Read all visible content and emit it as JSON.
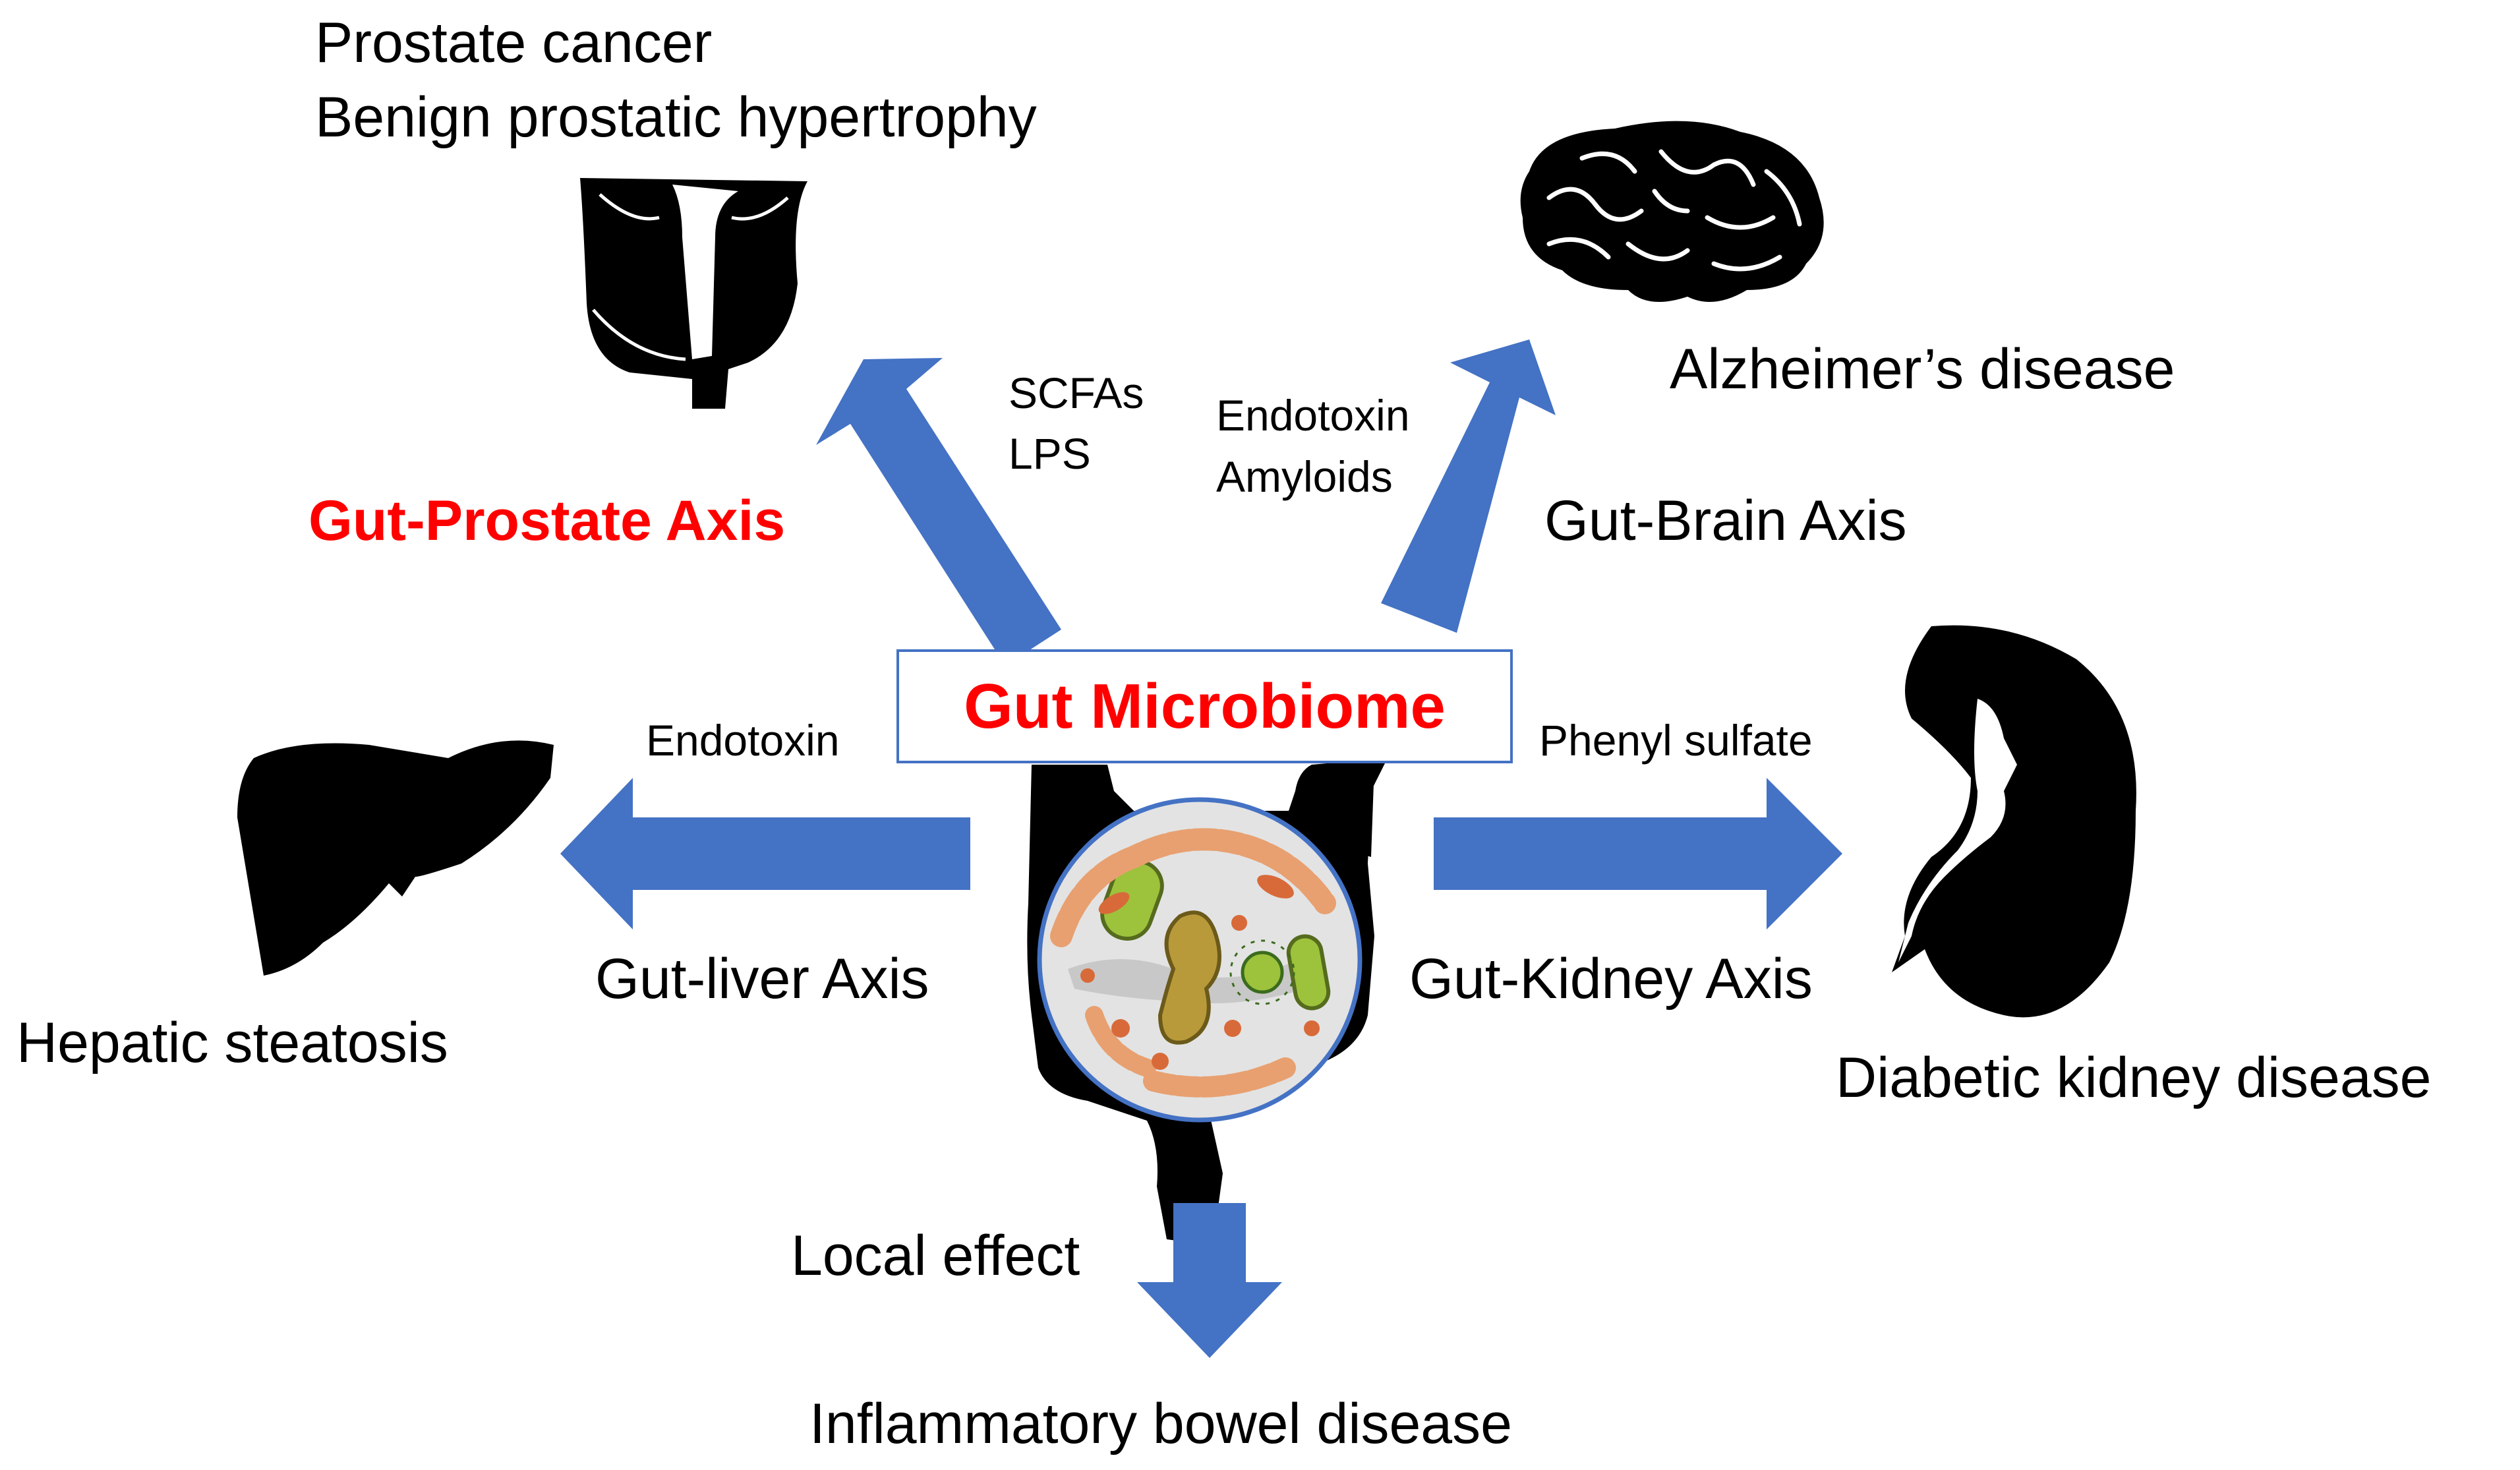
{
  "center": {
    "title": "Gut Microbiome",
    "color": "#ff0000"
  },
  "colors": {
    "arrow": "#4472c4",
    "organ": "#000000",
    "emphasis": "#ff0000"
  },
  "prostate": {
    "diseases": [
      "Prostate cancer",
      "Benign prostatic hypertrophy"
    ],
    "axis": "Gut-Prostate Axis",
    "mediators": [
      "SCFAs",
      "LPS"
    ]
  },
  "brain": {
    "disease": "Alzheimer’s disease",
    "axis": "Gut-Brain Axis",
    "mediators": [
      "Endotoxin",
      "Amyloids"
    ]
  },
  "liver": {
    "disease": "Hepatic steatosis",
    "axis": "Gut-liver Axis",
    "mediator": "Endotoxin"
  },
  "kidney": {
    "disease": "Diabetic kidney disease",
    "axis": "Gut-Kidney Axis",
    "mediator": "Phenyl sulfate"
  },
  "bowel": {
    "disease": "Inflammatory bowel disease",
    "effect": "Local effect"
  }
}
